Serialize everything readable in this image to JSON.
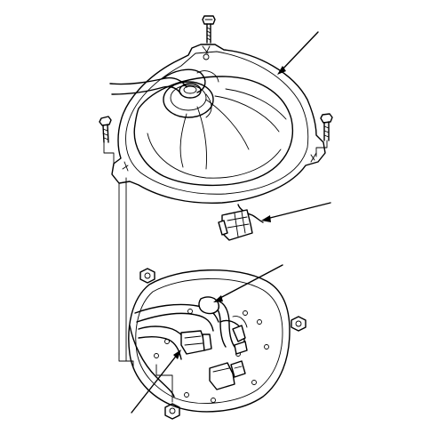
{
  "figure": {
    "labels": [],
    "icons": {
      "upper_assembly": "blower-motor-housing",
      "lower_assembly": "mounting-plate",
      "fasteners": "screw",
      "nuts": "hex-nut",
      "connector": "electrical-connector"
    },
    "colors": {
      "line": "#000000",
      "background": "#ffffff"
    }
  }
}
